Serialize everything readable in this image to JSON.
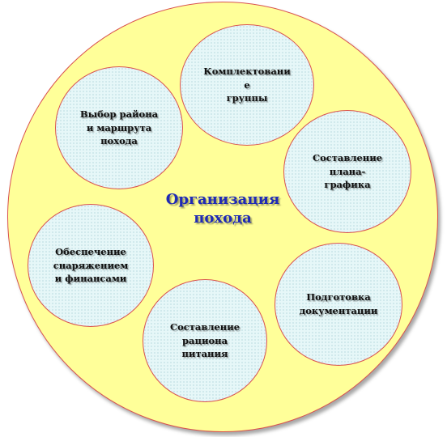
{
  "diagram": {
    "center": "Организация\nпохода",
    "nodes": [
      {
        "label": "Комплектовани\nе\nгруппы"
      },
      {
        "label": "Выбор района\nи маршрута\nпохода"
      },
      {
        "label": "Составление\nплана-\nграфика"
      },
      {
        "label": "Обеспечение\nснаряжением\nи финансами"
      },
      {
        "label": "Подготовка\nдокументации"
      },
      {
        "label": "Составление\nрациона\nпитания"
      }
    ],
    "colors": {
      "outer_fill": "#ffff99",
      "node_fill": "#e6f7f8",
      "border": "#d9534f",
      "center_text": "#1f2ab5"
    }
  }
}
